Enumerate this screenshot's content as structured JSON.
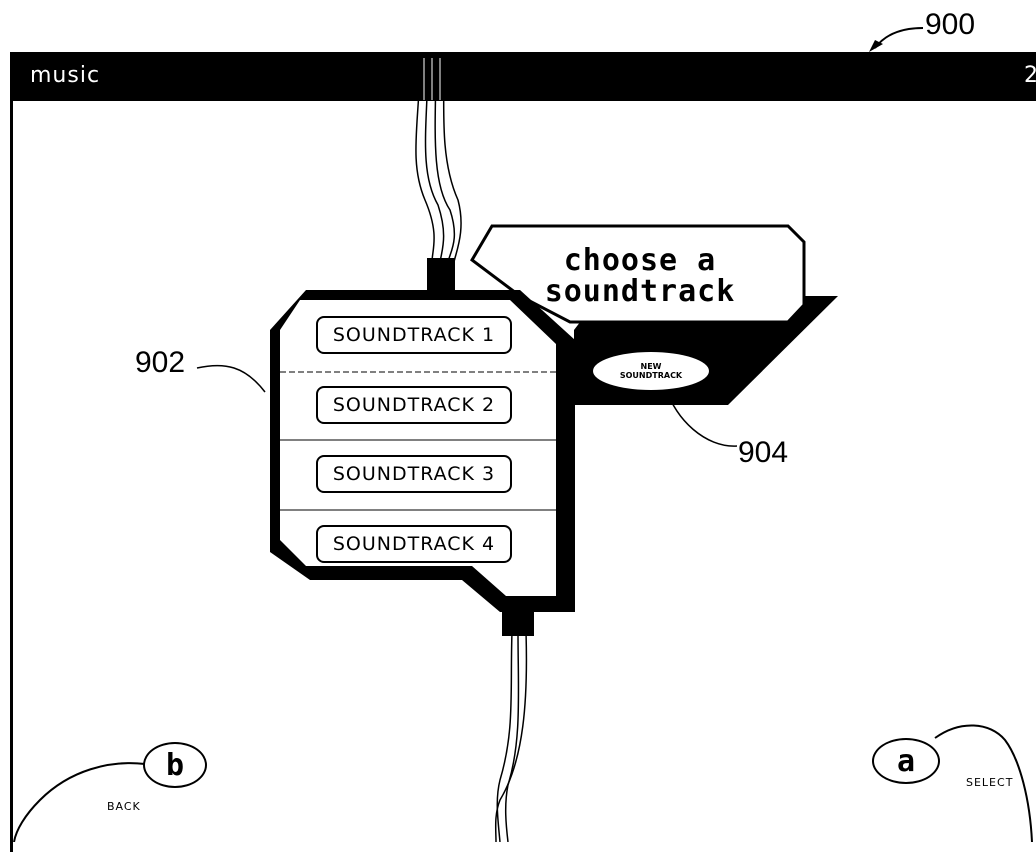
{
  "figure_refs": {
    "screen": "900",
    "list": "902",
    "new_button": "904"
  },
  "header": {
    "title": "music",
    "page_number": "2"
  },
  "menu": {
    "label_line1": "choose a",
    "label_line2": "soundtrack"
  },
  "soundtracks": [
    {
      "label": "SOUNDTRACK 1"
    },
    {
      "label": "SOUNDTRACK 2"
    },
    {
      "label": "SOUNDTRACK 3"
    },
    {
      "label": "SOUNDTRACK 4"
    }
  ],
  "new_soundtrack": {
    "line1": "NEW",
    "line2": "SOUNDTRACK"
  },
  "controls": {
    "back": {
      "glyph": "b",
      "label": "BACK"
    },
    "select": {
      "glyph": "a",
      "label": "SELECT"
    }
  }
}
